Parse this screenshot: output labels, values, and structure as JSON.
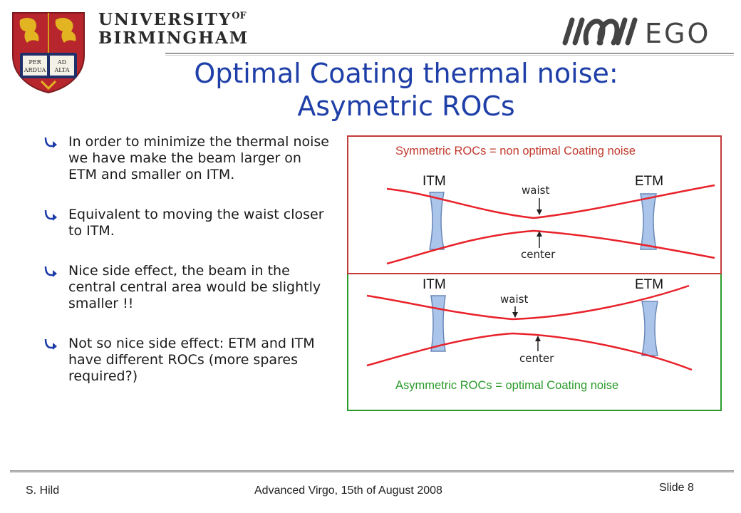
{
  "header": {
    "university_line1": "UNIVERSITY",
    "university_of": "OF",
    "university_line2": "BIRMINGHAM",
    "crest_motto_1": "PER",
    "crest_motto_2": "ARDUA",
    "crest_motto_3": "AD",
    "crest_motto_4": "ALTA",
    "ego_text": "EGO",
    "crest_icon": "university-crest-icon",
    "ego_icon": "ego-logo-icon"
  },
  "title": {
    "line1": "Optimal Coating thermal noise:",
    "line2": "Asymetric ROCs",
    "color": "#1f3fa8"
  },
  "bullets": [
    {
      "text": "In order to minimize the thermal noise we have make the beam larger on ETM and smaller on ITM."
    },
    {
      "text": "Equivalent to moving the waist closer to ITM."
    },
    {
      "text": "Nice side effect, the beam in the central central area would be slightly smaller !!"
    },
    {
      "text": "Not so nice side effect: ETM and ITM have different ROCs (more spares required?)"
    }
  ],
  "figure": {
    "symmetric": {
      "caption": "Symmetric ROCs = non optimal Coating noise",
      "itm": "ITM",
      "etm": "ETM",
      "waist": "waist",
      "center": "center",
      "border_color": "#c23a3a"
    },
    "asymmetric": {
      "caption": "Asymmetric ROCs = optimal Coating noise",
      "itm": "ITM",
      "etm": "ETM",
      "waist": "waist",
      "center": "center",
      "border_color": "#2c9b2c"
    }
  },
  "footer": {
    "author": "S. Hild",
    "event": "Advanced Virgo, 15th of August 2008",
    "slide": "Slide 8"
  }
}
